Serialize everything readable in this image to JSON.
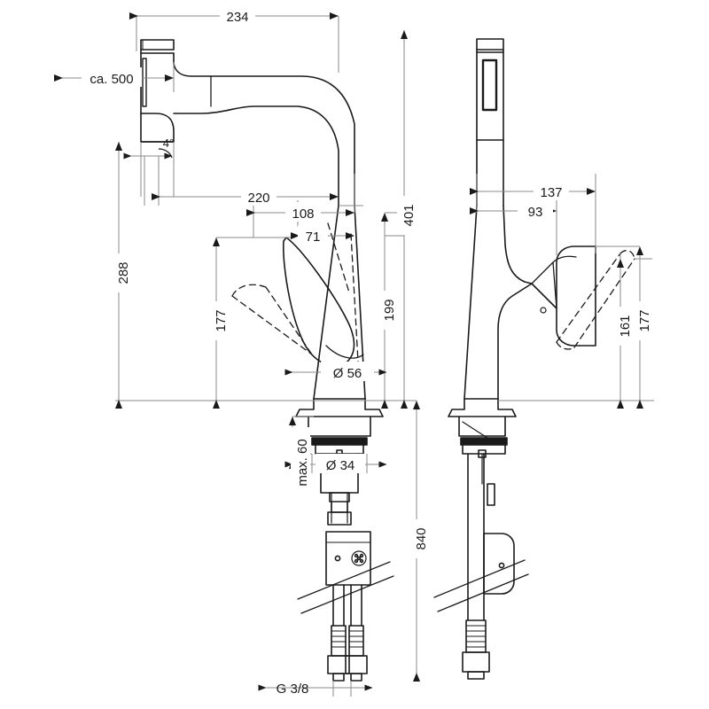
{
  "drawing": {
    "type": "technical-dimension-drawing",
    "subject": "single-lever kitchen mixer tap with pull-out spray",
    "units": "mm",
    "views": [
      {
        "id": "front-view",
        "name": "front elevation"
      },
      {
        "id": "side-view",
        "name": "side elevation"
      }
    ]
  },
  "dimensions": {
    "front": {
      "overall_reach_top": "234",
      "hose_pullout": "ca. 500",
      "spray_tilt_angle": "4°",
      "spout_reach": "220",
      "reach_108": "108",
      "reach_71": "71",
      "spout_height": "288",
      "total_height": "401",
      "handle_height": "177",
      "body_height": "199",
      "body_diameter": "Ø 56",
      "shank_diameter": "Ø 34",
      "max_deck_thickness": "max. 60",
      "total_length": "840",
      "thread": "G 3/8"
    },
    "side": {
      "handle_reach": "137",
      "body_reach": "93",
      "handle_height_open": "161",
      "handle_height": "177"
    }
  }
}
